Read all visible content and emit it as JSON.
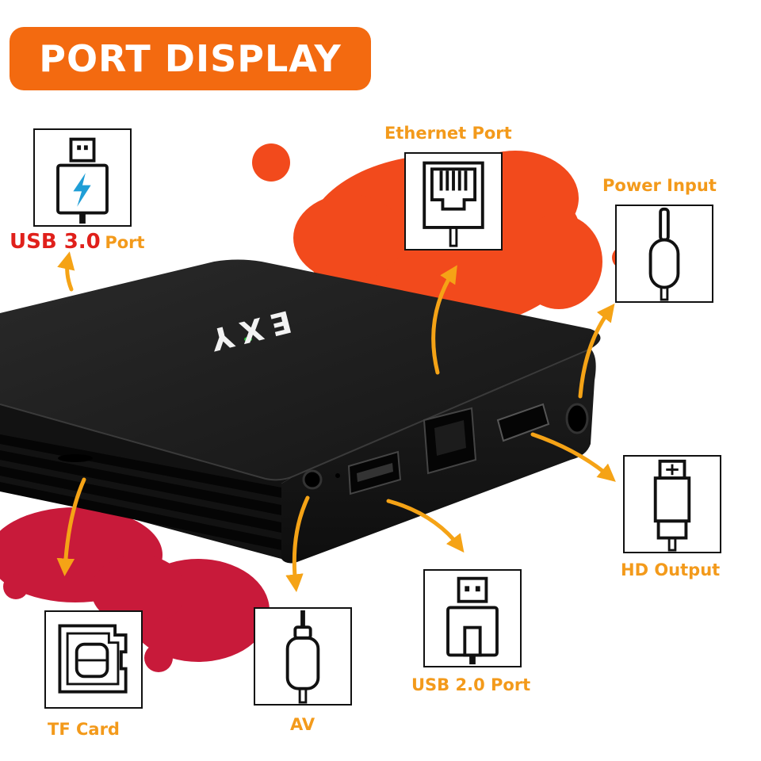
{
  "banner": {
    "title": "PORT DISPLAY"
  },
  "device": {
    "brand_logo_text": "EXY"
  },
  "ports": {
    "usb3": {
      "label_main": "USB 3.0",
      "label_suffix": "Port",
      "icon": "usb-lightning-icon"
    },
    "ethernet": {
      "label": "Ethernet Port",
      "icon": "rj45-icon"
    },
    "power": {
      "label": "Power Input",
      "icon": "dc-plug-icon"
    },
    "hd": {
      "label": "HD Output",
      "icon": "hdmi-plug-icon"
    },
    "usb2": {
      "label": "USB 2.0 Port",
      "icon": "usb-plug-icon"
    },
    "av": {
      "label": "AV",
      "icon": "av-plug-icon"
    },
    "tf": {
      "label": "TF Card",
      "icon": "sd-card-icon"
    }
  },
  "colors": {
    "banner": "#f36a10",
    "label_orange": "#f39a1b",
    "label_red": "#e0201b",
    "arrow": "#f5a316",
    "splash_orange": "#f24a1c",
    "splash_red": "#c81a3a",
    "device": "#1b1b1b",
    "led": "#27c03a"
  }
}
